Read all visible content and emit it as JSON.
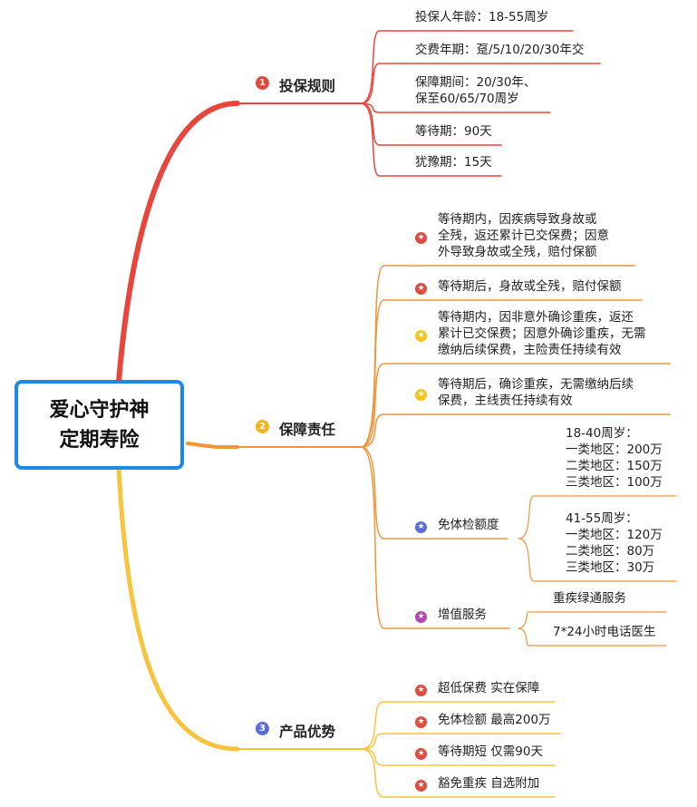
{
  "root": {
    "lines": [
      "爱心守护神",
      "定期寿险"
    ]
  },
  "branches": [
    {
      "number": "1",
      "title": "投保规则",
      "color": "#e8453c",
      "badge_color": "#e04b3f",
      "children": [
        {
          "lines": [
            "投保人年龄：18-55周岁"
          ]
        },
        {
          "lines": [
            "交费年期：趸/5/10/20/30年交"
          ]
        },
        {
          "lines": [
            "保障期间：20/30年、",
            "保至60/65/70周岁"
          ]
        },
        {
          "lines": [
            "等待期：90天"
          ]
        },
        {
          "lines": [
            "犹豫期：15天"
          ]
        }
      ]
    },
    {
      "number": "2",
      "title": "保障责任",
      "color": "#f0953a",
      "badge_color": "#f5b21b",
      "children": [
        {
          "icon": "red-star-icon",
          "icon_color": "#e04b3f",
          "lines": [
            "等待期内，因疾病导致身故或",
            "全残，返还累计已交保费；因意",
            "外导致身故或全残，赔付保额"
          ]
        },
        {
          "icon": "red-star-icon",
          "icon_color": "#e04b3f",
          "lines": [
            "等待期后，身故或全残，赔付保额"
          ]
        },
        {
          "icon": "yellow-star-icon",
          "icon_color": "#f5c518",
          "lines": [
            "等待期内，因非意外确诊重疾，返还",
            "累计已交保费；因意外确诊重疾，无需",
            "缴纳后续保费，主险责任持续有效"
          ]
        },
        {
          "icon": "yellow-star-icon",
          "icon_color": "#f5c518",
          "lines": [
            "等待期后，确诊重疾，无需缴纳后续",
            "保费，主线责任持续有效"
          ]
        },
        {
          "icon": "blue-star-icon",
          "icon_color": "#5b6cd9",
          "lines": [
            "免体检额度"
          ],
          "children": [
            {
              "lines": [
                "18-40周岁：",
                "一类地区：200万",
                "二类地区：150万",
                "三类地区：100万"
              ]
            },
            {
              "lines": [
                "41-55周岁：",
                "一类地区：120万",
                "二类地区：80万",
                "三类地区：30万"
              ]
            }
          ]
        },
        {
          "icon": "purple-star-icon",
          "icon_color": "#b347b3",
          "lines": [
            "增值服务"
          ],
          "children": [
            {
              "lines": [
                "重疾绿通服务"
              ]
            },
            {
              "lines": [
                "7*24小时电话医生"
              ]
            }
          ]
        }
      ]
    },
    {
      "number": "3",
      "title": "产品优势",
      "color": "#f8c33d",
      "badge_color": "#5b6cd9",
      "children": [
        {
          "icon": "red-star-icon",
          "icon_color": "#e04b3f",
          "lines": [
            "超低保费 实在保障"
          ]
        },
        {
          "icon": "red-star-icon",
          "icon_color": "#e04b3f",
          "lines": [
            "免体检额 最高200万"
          ]
        },
        {
          "icon": "red-star-icon",
          "icon_color": "#e04b3f",
          "lines": [
            "等待期短 仅需90天"
          ]
        },
        {
          "icon": "red-star-icon",
          "icon_color": "#e04b3f",
          "lines": [
            "豁免重疾 自选附加"
          ]
        }
      ]
    }
  ]
}
